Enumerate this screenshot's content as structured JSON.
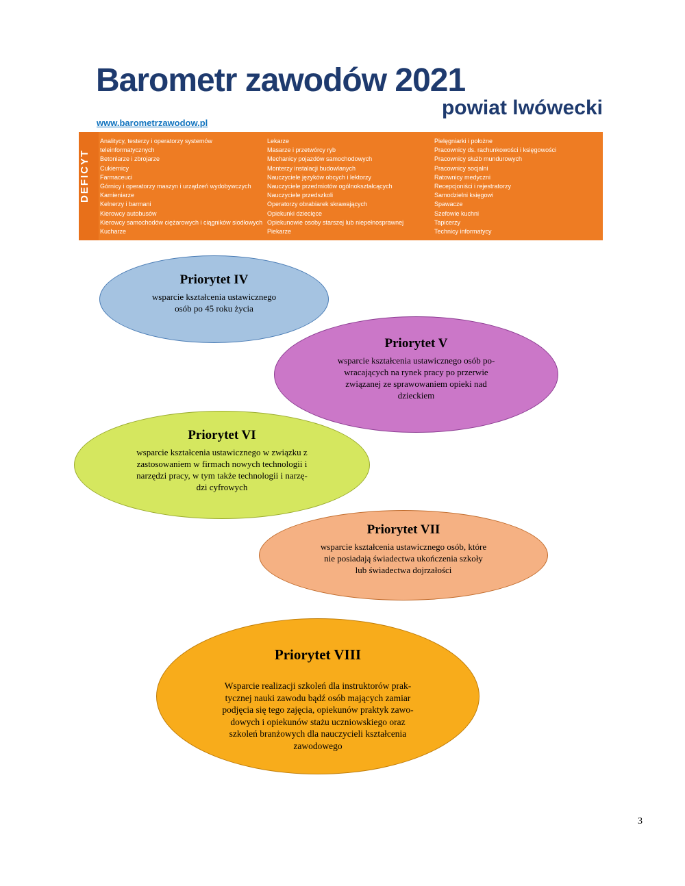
{
  "page": {
    "title": "Barometr zawodów 2021",
    "subtitle": "powiat lwówecki",
    "website": "www.barometrzawodow.pl",
    "page_number": "3"
  },
  "colors": {
    "heading": "#1E3A6E",
    "link": "#1274BF"
  },
  "banner": {
    "label": "DEFICYT",
    "background_color": "#EE7C23",
    "strip_color": "#E8701A",
    "text_color": "#FFFFFF",
    "columns": [
      {
        "items": [
          "Analitycy, testerzy i operatorzy systemów teleinformatycznych",
          "Betoniarze i zbrojarze",
          "Cukiernicy",
          "Farmaceuci",
          "Górnicy i operatorzy maszyn i urządzeń wydobywczych",
          "Kamieniarze",
          "Kelnerzy i barmani",
          "Kierowcy autobusów",
          "Kierowcy samochodów ciężarowych i ciągników siodłowych",
          "Kucharze"
        ]
      },
      {
        "items": [
          "Lekarze",
          "Masarze i przetwórcy ryb",
          "Mechanicy pojazdów samochodowych",
          "Monterzy instalacji budowlanych",
          "Nauczyciele języków obcych i lektorzy",
          "Nauczyciele przedmiotów ogólnokształcących",
          "Nauczyciele przedszkoli",
          "Operatorzy obrabiarek skrawających",
          "Opiekunki dziecięce",
          "Opiekunowie osoby starszej lub niepełnosprawnej",
          "Piekarze"
        ]
      },
      {
        "items": [
          "Pielęgniarki i położne",
          "Pracownicy ds. rachunkowości i księgowości",
          "Pracownicy służb mundurowych",
          "Pracownicy socjalni",
          "Ratownicy medyczni",
          "Recepcjoniści i rejestratorzy",
          "Samodzielni księgowi",
          "Spawacze",
          "Szefowie kuchni",
          "Tapicerzy",
          "Technicy informatycy"
        ]
      }
    ]
  },
  "priorities": [
    {
      "id": "IV",
      "title": "Priorytet IV",
      "body": "wsparcie kształcenia ustawicznego\nosób po 45 roku życia",
      "fill_color": "#A5C3E1",
      "border_color": "#4A7CB5"
    },
    {
      "id": "V",
      "title": "Priorytet V",
      "body": "wsparcie kształcenia ustawicznego osób po-\nwracających na rynek pracy po przerwie\nzwiązanej ze sprawowaniem opieki nad\ndzieckiem",
      "fill_color": "#CB77C8",
      "border_color": "#8C3D92"
    },
    {
      "id": "VI",
      "title": "Priorytet VI",
      "body": "wsparcie kształcenia ustawicznego w związku z\nzastosowaniem w firmach nowych technologii i\nnarzędzi pracy, w tym także technologii i narzę-\ndzi cyfrowych",
      "fill_color": "#D5E75F",
      "border_color": "#9AAB2E"
    },
    {
      "id": "VII",
      "title": "Priorytet VII",
      "body": "wsparcie kształcenia ustawicznego osób, które\nnie posiadają świadectwa ukończenia szkoły\nlub świadectwa dojrzałości",
      "fill_color": "#F5B183",
      "border_color": "#C06A2A"
    },
    {
      "id": "VIII",
      "title": "Priorytet VIII",
      "body": "Wsparcie realizacji szkoleń dla instruktorów prak-\ntycznej nauki zawodu bądź osób mających zamiar\npodjęcia się tego zajęcia, opiekunów praktyk zawo-\ndowych i opiekunów stażu uczniowskiego oraz\nszkoleń branżowych dla nauczycieli kształcenia\nzawodowego",
      "fill_color": "#F8AC1B",
      "border_color": "#C07D08"
    }
  ]
}
